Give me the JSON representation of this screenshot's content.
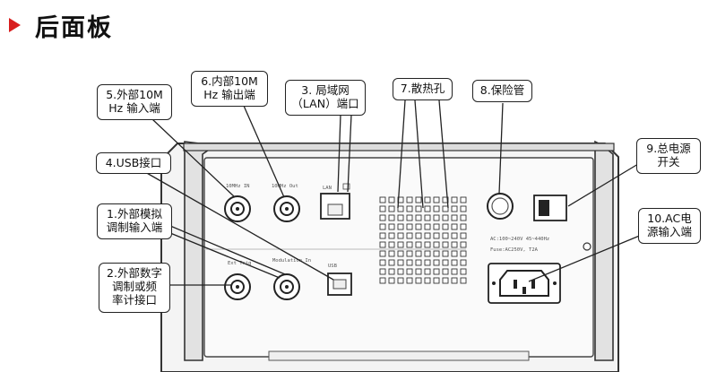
{
  "header": {
    "title": "后面板",
    "arrow_color": "#d81e1e"
  },
  "callouts": {
    "c1": "1.外部模拟\n调制输入端",
    "c2": "2.外部数字\n调制或频\n率计接口",
    "c3": "3.  局域网\n（LAN）端口",
    "c4": "4.USB接口",
    "c5": "5.外部10M\nHz 输入端",
    "c6": "6.内部10M\nHz 输出端",
    "c7": "7.散热孔",
    "c8": "8.保险管",
    "c9": "9.总电源\n开关",
    "c10": "10.AC电\n源输入端"
  },
  "panel_labels": {
    "tenmhz_in": "10MHz IN",
    "tenmhz_out": "10MHz Out",
    "lan": "LAN",
    "usb": "USB",
    "trig": "Ext Trig",
    "modulation": "Modulation In",
    "ac_line1": "AC:100~240V  45~440Hz",
    "ac_line2": "Fuse:AC250V, T2A"
  }
}
